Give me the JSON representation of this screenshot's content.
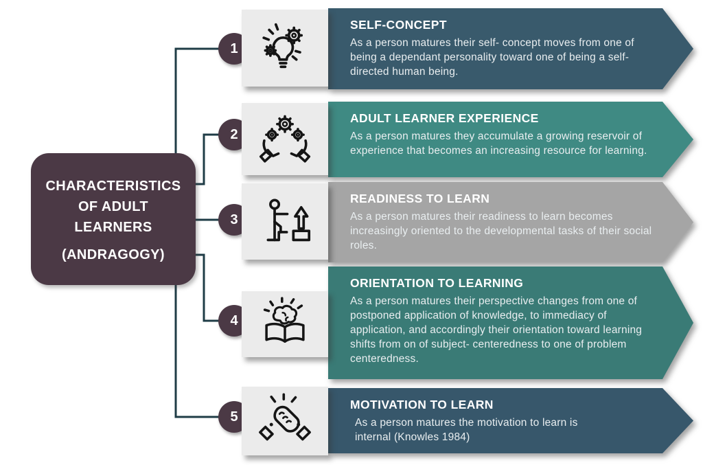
{
  "main_box": {
    "title": "CHARACTERISTICS OF ADULT LEARNERS",
    "subtitle": "(ANDRAGOGY)"
  },
  "colors": {
    "plum": "#4B3945",
    "connector": "#1F3C46",
    "tile_bg": "#EBEBEB",
    "banner_dark_blue": "#395A6C",
    "banner_teal": "#3F8A83",
    "banner_gray": "#A5A5A5",
    "banner_dark_teal": "#3A7B76"
  },
  "items": [
    {
      "number": "1",
      "icon": "idea-gears-icon",
      "title": "SELF-CONCEPT",
      "description": "As a person matures their self- concept moves from one of being a dependant personality toward one of being a self-directed human being.",
      "color": "#395A6C"
    },
    {
      "number": "2",
      "icon": "hands-gears-icon",
      "title": "ADULT LEARNER EXPERIENCE",
      "description": "As a person matures they accumulate a growing reservoir of experience that becomes an increasing resource for learning.",
      "color": "#3F8A83"
    },
    {
      "number": "3",
      "icon": "growth-steps-icon",
      "title": "READINESS TO LEARN",
      "description": "As a person matures their readiness to learn becomes increasingly oriented to the developmental tasks of their social roles.",
      "color": "#A5A5A5"
    },
    {
      "number": "4",
      "icon": "brain-book-icon",
      "title": "ORIENTATION TO LEARNING",
      "description": "As a person matures their perspective changes from one of postponed application of knowledge, to immediacy of application, and accordingly their orientation toward learning shifts from on of subject- centeredness to one of problem centeredness.",
      "color": "#3A7B76"
    },
    {
      "number": "5",
      "icon": "handshake-icon",
      "title": "MOTIVATION TO LEARN",
      "description": "As a person matures the motivation to learn is internal (Knowles 1984)",
      "color": "#37576B"
    }
  ]
}
